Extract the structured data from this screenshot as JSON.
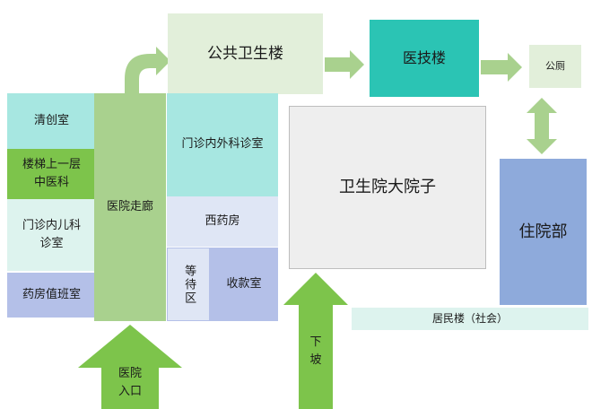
{
  "diagram": {
    "public_health_building": "公共卫生楼",
    "medical_tech_building": "医技楼",
    "public_toilet": "公厕",
    "cleaning_room": "清创室",
    "tcm_department": "楼梯上一层\n中医科",
    "pediatrics_clinic": "门诊内儿科\n诊室",
    "pharmacy_duty_room": "药房值班室",
    "hospital_corridor": "医院走廊",
    "surgery_clinic": "门诊内外科诊室",
    "western_pharmacy": "西药房",
    "waiting_area": "等待区",
    "cashier": "收款室",
    "courtyard": "卫生院大院子",
    "inpatient_department": "住院部",
    "residential_building": "居民楼（社会）",
    "hospital_entrance": "医院\n入口",
    "down_slope": "下\n坡"
  },
  "colors": {
    "light_green": "#a9d18e",
    "pale_green": "#e2efda",
    "teal": "#2bc4b4",
    "cyan_light": "#a7e7e1",
    "bright_green": "#7dc44b",
    "lavender": "#d6dcf1",
    "lavender_light": "#dfe6f5",
    "blue_purple": "#b4c0e8",
    "blue": "#8eaadb",
    "gray": "#eeeeee",
    "mint": "#ddf3ee",
    "arrow_green": "#7dc44b",
    "arrow_light": "#a9d18e"
  }
}
